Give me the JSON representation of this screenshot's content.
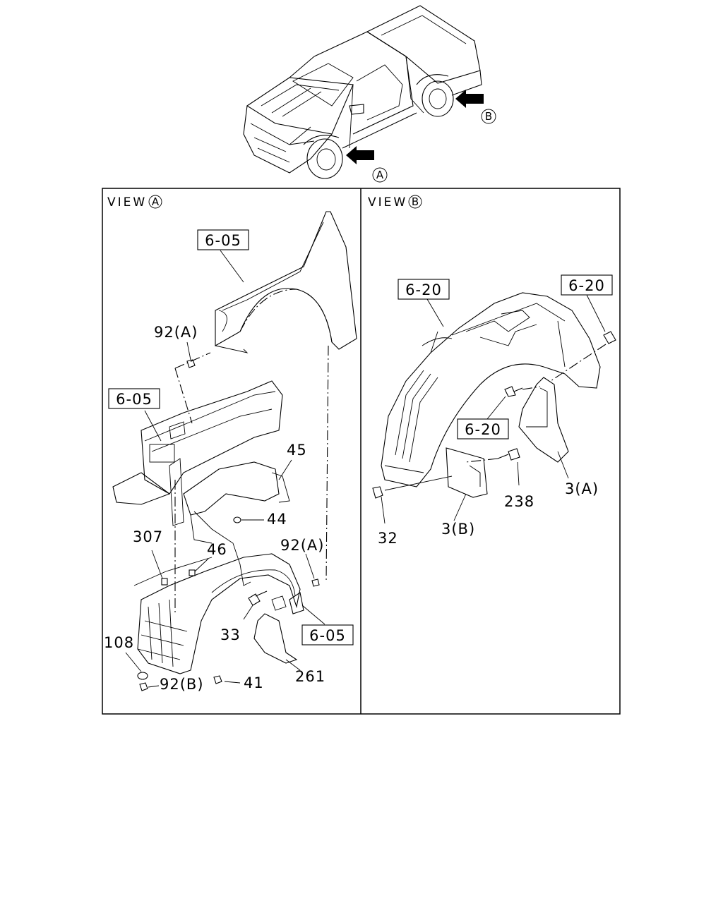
{
  "views": {
    "a": {
      "prefix": "VIEW",
      "letter": "A"
    },
    "b": {
      "prefix": "VIEW",
      "letter": "B"
    }
  },
  "vehicle": {
    "arrow_a": "A",
    "arrow_b": "B"
  },
  "ref_boxes": {
    "fender": "6-05",
    "apron": "6-05",
    "bracket": "6-05",
    "rear_liner": "6-20",
    "rear_clip": "6-20",
    "rear_bolt": "6-20"
  },
  "parts": {
    "p92a_top": "92(A)",
    "p45": "45",
    "p44": "44",
    "p307": "307",
    "p46": "46",
    "p92a_low": "92(A)",
    "p33": "33",
    "p108": "108",
    "p92b": "92(B)",
    "p41": "41",
    "p261": "261",
    "p238": "238",
    "p3a": "3(A)",
    "p3b": "3(B)",
    "p32": "32"
  }
}
